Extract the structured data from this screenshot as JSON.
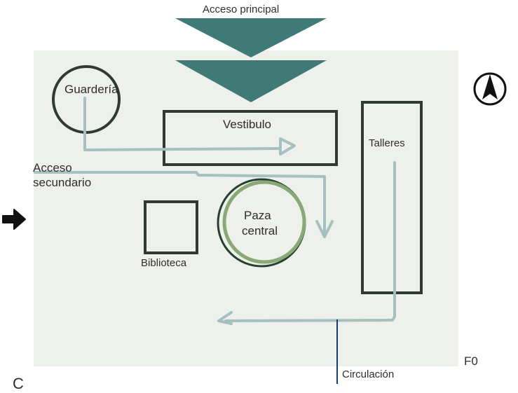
{
  "title": "",
  "labels": {
    "acceso_principal": "Acceso principal",
    "guarderia": "Guardería",
    "vestibulo": "Vestibulo",
    "talleres": "Talleres",
    "acceso_secundario_1": "Acceso",
    "acceso_secundario_2": "secundario",
    "plaza_1": "Paza",
    "plaza_2": "central",
    "biblioteca": "Biblioteca",
    "circulacion": "Circulación",
    "sheet_code": "F0",
    "bottom_text": "C"
  },
  "icons": {
    "north_arrow": "north-arrow-icon",
    "entry_arrow": "right-arrow-icon"
  },
  "colors": {
    "site_bg": "#eef0eb",
    "teal": "#3f7a77",
    "dark": "#2f3a35",
    "circulation": "#a6bfc0",
    "plaza_ring": "#8aa876",
    "plaza_dark": "#24402e",
    "leader_line": "#1d3a78"
  }
}
